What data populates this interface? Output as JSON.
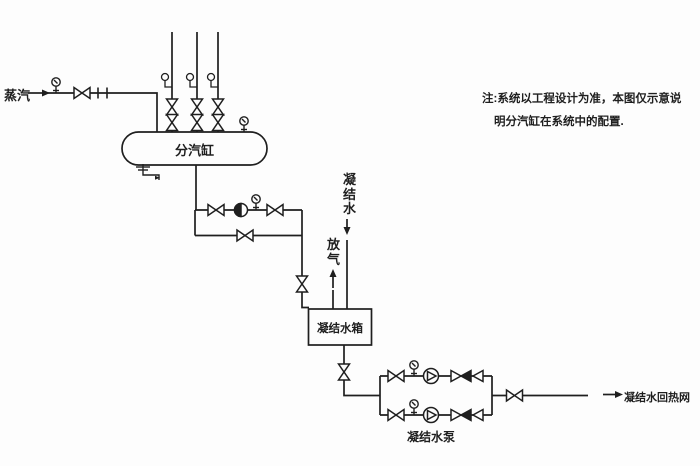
{
  "diagram": {
    "labels": {
      "steam_source": "蒸汽",
      "steam_header": "分汽缸",
      "condensate_inlet": "凝结水",
      "vent": "放气",
      "condensate_tank": "凝结水箱",
      "condensate_pump": "凝结水泵",
      "condensate_return": "凝结水回热网"
    },
    "note": {
      "line1": "注:系统以工程设计为准，本图仅示意说",
      "line2": "明分汽缸在系统中的配置."
    },
    "colors": {
      "ink": "#1f1f1f",
      "paper": "#fdfdfd"
    }
  }
}
